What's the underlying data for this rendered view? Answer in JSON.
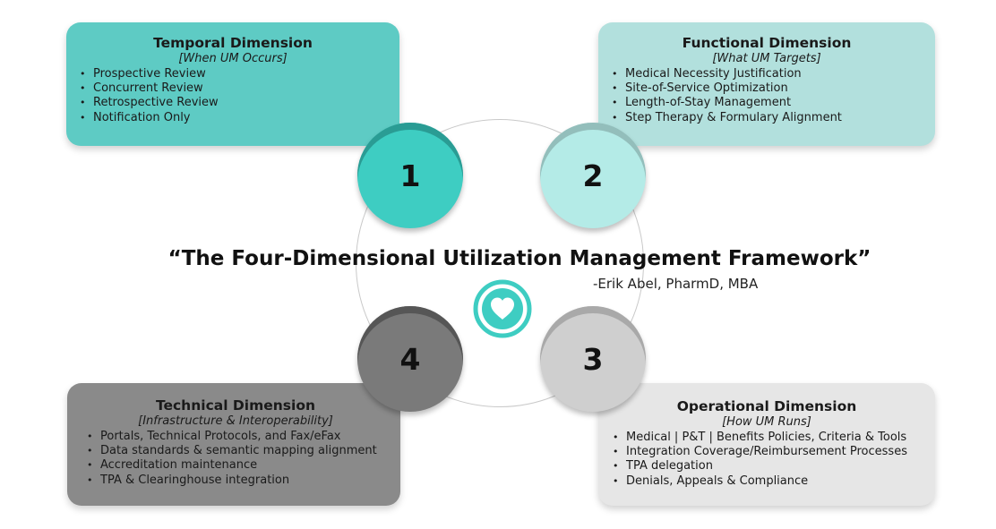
{
  "framework": {
    "title": "“The Four-Dimensional Utilization Management Framework”",
    "author": "-Erik Abel, PharmD, MBA"
  },
  "colors": {
    "teal": "#3ecdc2",
    "light_teal": "#b4ebe7",
    "dark_gray": "#7a7a7a",
    "light_gray": "#cfcfcf"
  },
  "dimensions": [
    {
      "number": "1",
      "title": "Temporal Dimension",
      "subtitle": "[When UM Occurs]",
      "items": [
        "Prospective Review",
        "Concurrent Review",
        "Retrospective Review",
        "Notification Only"
      ]
    },
    {
      "number": "2",
      "title": "Functional Dimension",
      "subtitle": "[What UM Targets]",
      "items": [
        "Medical Necessity Justification",
        "Site-of-Service Optimization",
        "Length-of-Stay Management",
        "Step Therapy & Formulary Alignment"
      ]
    },
    {
      "number": "3",
      "title": "Operational Dimension",
      "subtitle": "[How UM Runs]",
      "items": [
        "Medical | P&T | Benefits Policies, Criteria & Tools",
        "Integration Coverage/Reimbursement Processes",
        "TPA delegation",
        "Denials, Appeals & Compliance"
      ]
    },
    {
      "number": "4",
      "title": "Technical Dimension",
      "subtitle": "[Infrastructure & Interoperability]",
      "items": [
        "Portals, Technical Protocols, and Fax/eFax",
        "Data standards & semantic mapping alignment",
        "Accreditation maintenance",
        "TPA & Clearinghouse integration"
      ]
    }
  ],
  "logo_icon": "heart-icon"
}
